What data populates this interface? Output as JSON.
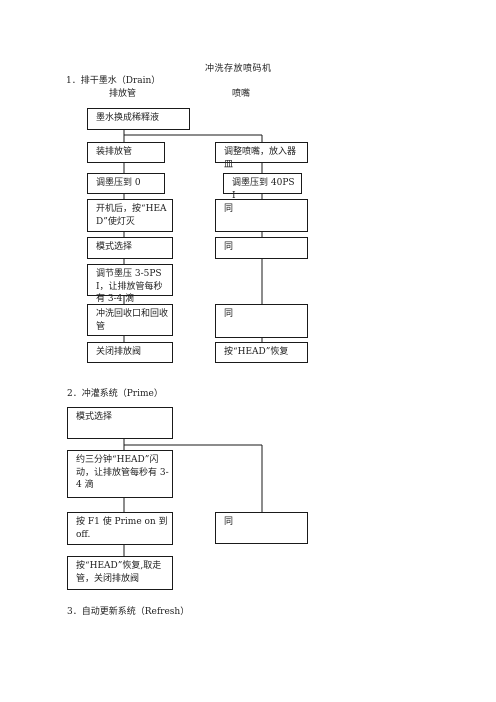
{
  "document": {
    "title": "冲洗存放喷码机",
    "sections": [
      {
        "heading": "1．排干墨水（Drain）",
        "columns": [
          "排放管",
          "喷嘴"
        ]
      },
      {
        "heading": "2．冲灌系统（Prime）"
      },
      {
        "heading": "3．自动更新系统（Refresh）"
      }
    ]
  },
  "drain_flow": {
    "start": "墨水换成稀释液",
    "left_steps": [
      "装排放管",
      "调墨压到 0",
      "开机后，按“HEAD”使灯灭",
      "模式选择",
      "调节墨压 3-5PSI，让排放管每秒有 3-4 滴",
      "冲洗回收口和回收管",
      "关闭排放阀"
    ],
    "right_steps": [
      "调整喷嘴，放入器皿",
      "调墨压到 40PSI",
      "同",
      "同",
      "同",
      "按“HEAD”恢复"
    ]
  },
  "prime_flow": {
    "left_steps": [
      "模式选择",
      "约三分钟“HEAD”闪动，让排放管每秒有 3-4 滴",
      "按 F1  使 Prime on 到 off.",
      "按“HEAD”恢复,取走管，关闭排放阀"
    ],
    "right_steps": [
      "同"
    ]
  }
}
